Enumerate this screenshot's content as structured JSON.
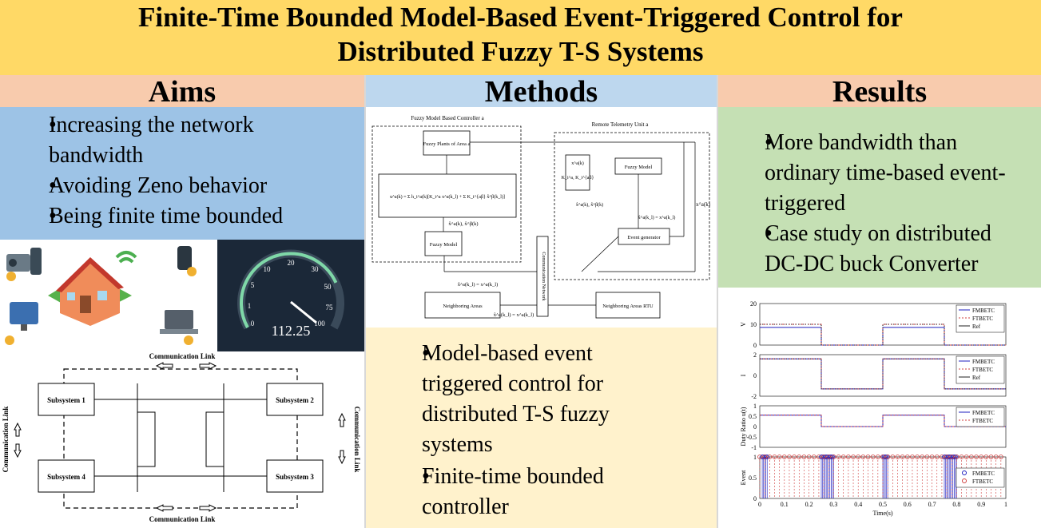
{
  "title": {
    "line1": "Finite-Time Bounded Model-Based Event-Triggered Control for",
    "line2": "Distributed Fuzzy T-S Systems"
  },
  "aims": {
    "heading": "Aims",
    "bullets": [
      "Increasing the network bandwidth",
      "Avoiding Zeno behavior",
      "Being finite time bounded"
    ],
    "speedometer": {
      "ticks": [
        "0",
        "1",
        "5",
        "10",
        "20",
        "30",
        "50",
        "75",
        "100"
      ],
      "reading": "112.25"
    },
    "network": {
      "top_link": "Communication Link",
      "bottom_link": "Communication Link",
      "left_link": "Communication Link",
      "right_link": "Communication Link",
      "s1": "Subsystem 1",
      "s2": "Subsystem 2",
      "s3": "Subsystem 3",
      "s4": "Subsystem 4"
    }
  },
  "methods": {
    "heading": "Methods",
    "diagram": {
      "controller_title": "Fuzzy Model Based  Controller a",
      "rtu_title": "Remote Telemetry Unit a",
      "plants": "Fuzzy Plants of Area a",
      "formula": "u^a(k) = Σ h_i^a(k)[K_i^a x^a(k_l) + Σ K_i^{aβ} x̂^β(k_l)]",
      "fuzzy_model_left": "Fuzzy Model",
      "fuzzy_model_right": "Fuzzy Model",
      "event_generator": "Event generator",
      "comm_network": "Communication Network",
      "neighboring_areas": "Neighboring Areas",
      "neighboring_rtu": "Neighboring Areas RTU",
      "lbl_x_hat_left": "x̂^a(k), x̂^β(k)",
      "lbl_x_hat_right": "x̂^a(k), x̂^β(k)",
      "lbl_gains": "K_i^a, K_i^{aβ}",
      "lbl_xa": "x^a(k)",
      "lbl_xa_right": "x^a(k)",
      "lbl_eq_right": "x̂^a(k_l) = x^a(k_l)",
      "lbl_eq_mid": "x̂^a(k_l) = x^a(k_l)",
      "lbl_eq_bottom": "x̂^a(k_l) = x^a(k_l)"
    },
    "bullets": [
      "Model-based event triggered control for distributed T-S fuzzy systems",
      "Finite-time bounded controller"
    ]
  },
  "results": {
    "heading": "Results",
    "bullets": [
      "More bandwidth than ordinary time-based event-triggered",
      "Case study on distributed DC-DC buck Converter"
    ]
  },
  "chart_data": [
    {
      "type": "line",
      "ylabel": "V",
      "ylim": [
        0,
        20
      ],
      "yticks": [
        "20",
        "10",
        "0"
      ],
      "series": [
        {
          "name": "FMBETC",
          "color": "#1f1fbf",
          "x": [
            0,
            0.25,
            0.25,
            0.5,
            0.5,
            0.75,
            0.75,
            1
          ],
          "values": [
            8.5,
            8.5,
            0,
            0,
            8.5,
            8.5,
            0,
            0
          ]
        },
        {
          "name": "FTBETC",
          "color": "#d04040",
          "x": [
            0,
            0.25,
            0.25,
            0.5,
            0.5,
            0.75,
            0.75,
            1
          ],
          "values": [
            10,
            10,
            0,
            0,
            10,
            10,
            0,
            0
          ]
        },
        {
          "name": "Ref",
          "color": "#222222",
          "x": [
            0,
            0.25,
            0.25,
            0.5,
            0.5,
            0.75,
            0.75,
            1
          ],
          "values": [
            10,
            10,
            0,
            0,
            10,
            10,
            0,
            0
          ]
        }
      ]
    },
    {
      "type": "line",
      "ylabel": "I",
      "ylim": [
        -2,
        2
      ],
      "yticks": [
        "2",
        "0",
        "-2"
      ],
      "series": [
        {
          "name": "FMBETC",
          "color": "#1f1fbf",
          "x": [
            0,
            0.25,
            0.25,
            0.5,
            0.5,
            0.75,
            0.75,
            1
          ],
          "values": [
            1.6,
            1.6,
            -1.3,
            -1.3,
            1.6,
            1.6,
            -1.3,
            -1.3
          ]
        },
        {
          "name": "FTBETC",
          "color": "#d04040",
          "x": [
            0,
            0.25,
            0.25,
            0.5,
            0.5,
            0.75,
            0.75,
            1
          ],
          "values": [
            1.6,
            1.6,
            -1.3,
            -1.3,
            1.6,
            1.6,
            -1.3,
            -1.3
          ]
        },
        {
          "name": "Ref",
          "color": "#222222",
          "x": [
            0,
            0.25,
            0.25,
            0.5,
            0.5,
            0.75,
            0.75,
            1
          ],
          "values": [
            1.6,
            1.6,
            -1.3,
            -1.3,
            1.6,
            1.6,
            -1.3,
            -1.3
          ]
        }
      ]
    },
    {
      "type": "line",
      "ylabel": "Duty Ratio u(t)",
      "ylim": [
        -1,
        1
      ],
      "yticks": [
        "1",
        "0.5",
        "0",
        "-0.5",
        "-1"
      ],
      "series": [
        {
          "name": "FMBETC",
          "color": "#1f1fbf",
          "x": [
            0,
            0.25,
            0.25,
            0.5,
            0.5,
            0.75,
            0.75,
            1
          ],
          "values": [
            0.55,
            0.55,
            0,
            0,
            0.55,
            0.55,
            0,
            0
          ]
        },
        {
          "name": "FTBETC",
          "color": "#d04040",
          "x": [
            0,
            0.25,
            0.25,
            0.5,
            0.5,
            0.75,
            0.75,
            1
          ],
          "values": [
            0.55,
            0.55,
            0,
            0,
            0.55,
            0.55,
            0,
            0
          ]
        }
      ]
    },
    {
      "type": "scatter",
      "ylabel": "Event",
      "xlabel": "Time(s)",
      "ylim": [
        0,
        1
      ],
      "xlim": [
        0,
        1
      ],
      "yticks": [
        "1",
        "0.5",
        "0"
      ],
      "xticks": [
        "0",
        "0.1",
        "0.2",
        "0.3",
        "0.4",
        "0.5",
        "0.6",
        "0.7",
        "0.8",
        "0.9",
        "1"
      ],
      "series": [
        {
          "name": "FMBETC",
          "color": "#1f1fbf",
          "x": [
            0.01,
            0.015,
            0.02,
            0.025,
            0.03,
            0.25,
            0.255,
            0.26,
            0.265,
            0.27,
            0.275,
            0.28,
            0.285,
            0.29,
            0.295,
            0.3,
            0.5,
            0.505,
            0.51,
            0.515,
            0.52,
            0.75,
            0.755,
            0.76,
            0.765,
            0.77,
            0.775,
            0.78,
            0.785,
            0.79,
            0.795,
            0.8
          ]
        },
        {
          "name": "FTBETC",
          "color": "#d04040",
          "x": [
            0.0,
            0.02,
            0.04,
            0.06,
            0.08,
            0.1,
            0.12,
            0.14,
            0.16,
            0.18,
            0.2,
            0.22,
            0.24,
            0.26,
            0.28,
            0.3,
            0.32,
            0.34,
            0.36,
            0.38,
            0.4,
            0.42,
            0.44,
            0.46,
            0.48,
            0.5,
            0.52,
            0.54,
            0.56,
            0.58,
            0.6,
            0.62,
            0.64,
            0.66,
            0.68,
            0.7,
            0.72,
            0.74,
            0.76,
            0.78,
            0.8,
            0.82,
            0.84,
            0.86,
            0.88,
            0.9,
            0.92,
            0.94,
            0.96,
            0.98
          ]
        }
      ]
    }
  ]
}
